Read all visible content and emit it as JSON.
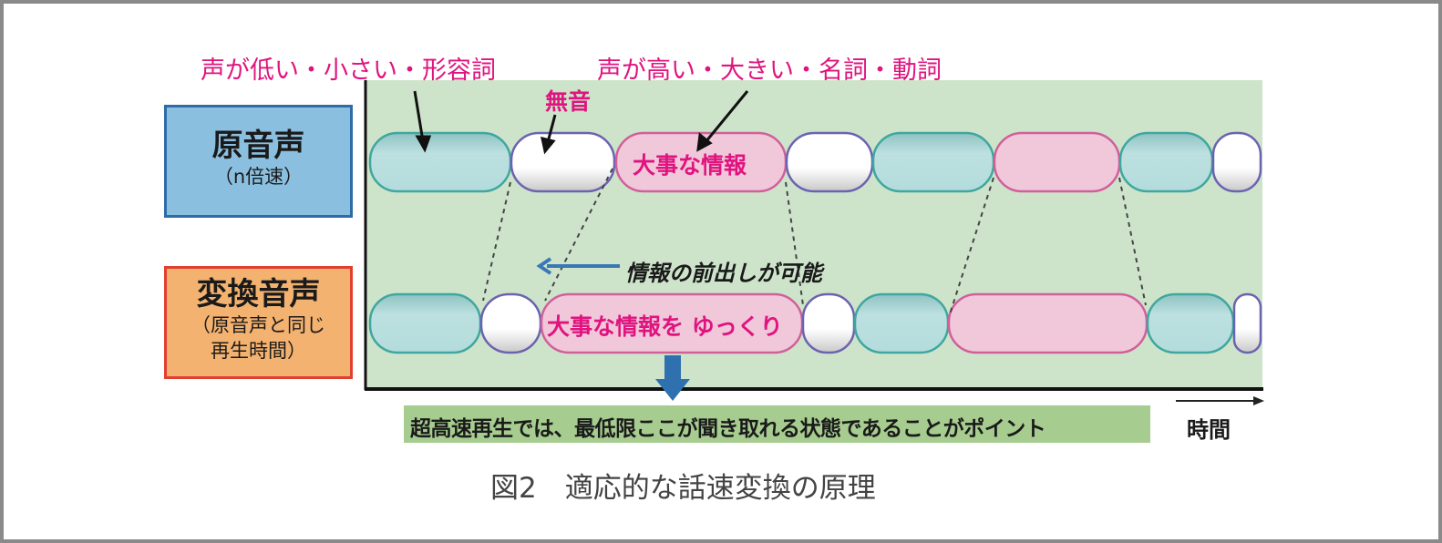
{
  "labels": {
    "low_voice": "声が低い・小さい・形容詞",
    "high_voice": "声が高い・大きい・名詞・動詞",
    "silence": "無音",
    "important_info": "大事な情報",
    "important_info_slow": "大事な情報を ゆっくり",
    "advance_info": "情報の前出しが可能",
    "point": "超高速再生では、最低限ここが聞き取れる状態であることがポイント",
    "time_axis": "時間"
  },
  "boxes": {
    "original": {
      "title": "原音声",
      "subtitle": "（n倍速）"
    },
    "converted": {
      "title": "変換音声",
      "subtitle_1": "（原音声と同じ",
      "subtitle_2": "再生時間）"
    }
  },
  "caption": "図2　適応的な話速変換の原理",
  "colors": {
    "magenta": "#e0147f",
    "teal": "#b9dfdf",
    "pink": "#f0c8da",
    "green_bg": "#cde4cb",
    "point_bg": "#a6cc8f"
  }
}
